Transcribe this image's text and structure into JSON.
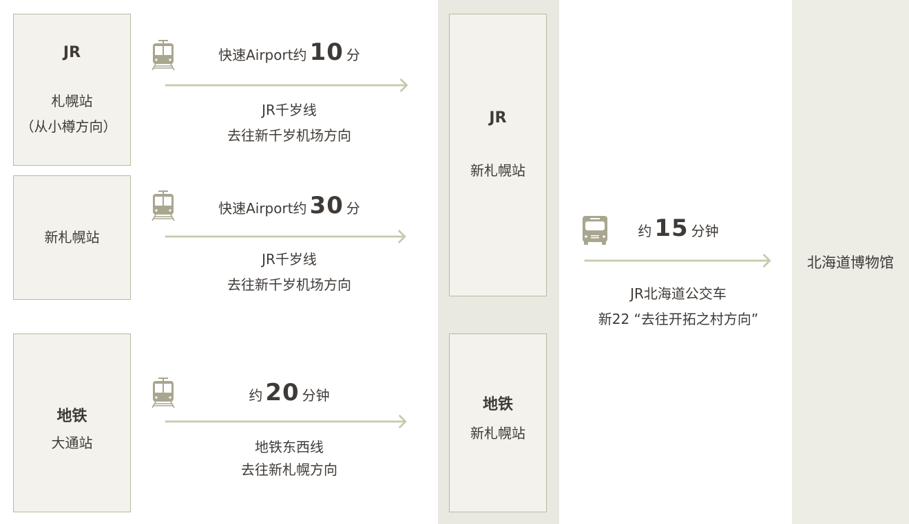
{
  "colors": {
    "accent": "#b9b9a0",
    "icon": "#a8a68f",
    "text": "#3f3a36",
    "box_fill": "#f3f2ec",
    "band_fill": "#e9e8e1",
    "dest_fill": "#edece5"
  },
  "origins": [
    {
      "line": "JR",
      "station": "札幌站",
      "note": "（从小樽方向）"
    },
    {
      "line": "",
      "station": "新札幌站",
      "note": ""
    },
    {
      "line": "地铁",
      "station": "大通站",
      "note": ""
    }
  ],
  "routes": [
    {
      "icon": "train-icon",
      "prefix": "快速Airport约",
      "minutes": "10",
      "suffix": "分",
      "line1": "JR千岁线",
      "line2": "去往新千岁机场方向"
    },
    {
      "icon": "train-icon",
      "prefix": "快速Airport约",
      "minutes": "30",
      "suffix": "分",
      "line1": "JR千岁线",
      "line2": "去往新千岁机场方向"
    },
    {
      "icon": "subway-icon",
      "prefix": "约",
      "minutes": "20",
      "suffix": "分钟",
      "line1": "地铁东西线",
      "line2": "去往新札幌方向"
    }
  ],
  "transfer": [
    {
      "line": "JR",
      "station": "新札幌站"
    },
    {
      "line": "地铁",
      "station": "新札幌站"
    }
  ],
  "bus": {
    "icon": "bus-icon",
    "prefix": "约",
    "minutes": "15",
    "suffix": "分钟",
    "line1": "JR北海道公交车",
    "line2": "新22 “去往开拓之村方向”"
  },
  "destination": {
    "name": "北海道博物馆"
  }
}
